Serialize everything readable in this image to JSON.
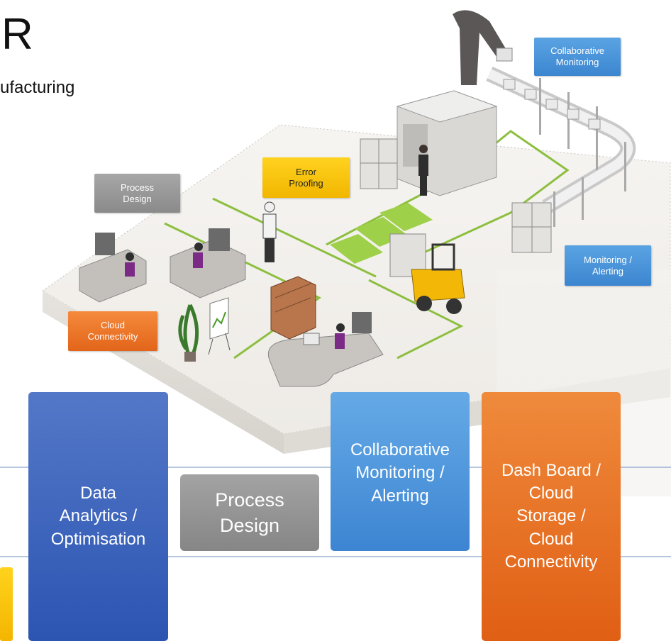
{
  "header": {
    "title_fragment": "R",
    "subtitle_fragment": "ufacturing"
  },
  "scene_tags": {
    "collaborative_monitoring": "Collaborative\nMonitoring",
    "process_design": "Process\nDesign",
    "error_proofing": "Error\nProofing",
    "monitoring_alerting": "Monitoring /\nAlerting",
    "cloud_connectivity": "Cloud\nConnectivity"
  },
  "bottom_blocks": {
    "data_analytics": "Data\nAnalytics /\nOptimisation",
    "process_design": "Process\nDesign",
    "collaborative_alerting": "Collaborative\nMonitoring /\nAlerting",
    "dashboard_cloud": "Dash Board /\nCloud\nStorage /\nCloud\nConnectivity"
  },
  "colors": {
    "blue": "#3c86d0",
    "grey": "#8a8a8a",
    "yellow": "#f1b600",
    "orange": "#e2651a",
    "dark_blue": "#2c55b2",
    "path_green": "#8cbf3f"
  },
  "scene_icons": [
    "robot-arm-icon",
    "conveyor-belt-icon",
    "forklift-icon",
    "operator-icon",
    "office-desk-icon",
    "plant-icon",
    "flipchart-icon",
    "shelf-icon",
    "box-stack-icon"
  ]
}
